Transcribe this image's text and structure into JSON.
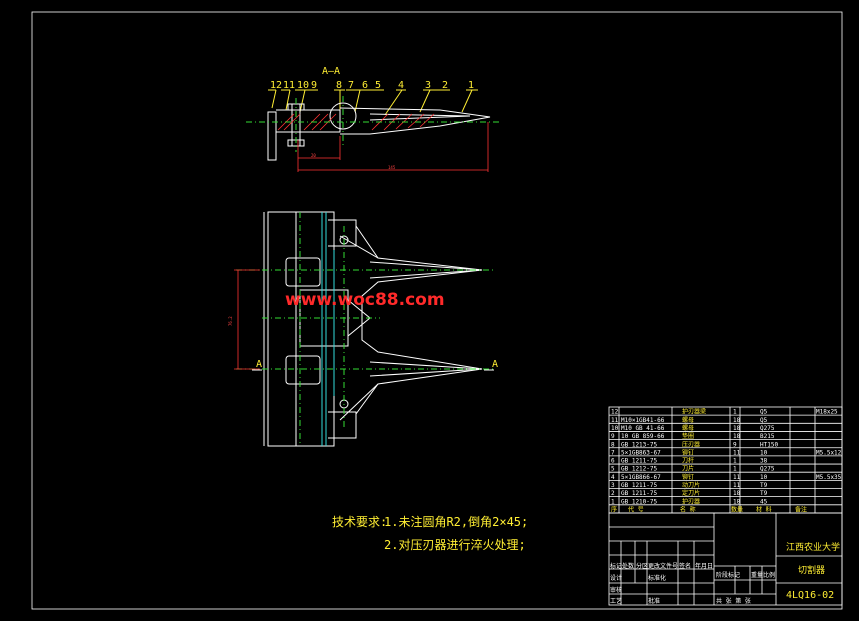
{
  "drawing": {
    "section_label": "A—A",
    "balloons_top": [
      "12",
      "11",
      "10",
      "9",
      "8",
      "7",
      "6",
      "5",
      "4",
      "3",
      "2",
      "1"
    ],
    "dim_small": "20",
    "dim_long": "145",
    "dim_vertical": "76.2",
    "cut_label_a": "A",
    "cut_label_b": "A",
    "watermark": "www.woc88.com"
  },
  "notes": {
    "heading": "技术要求:",
    "line1": "1.未注圆角R2,倒角2×45;",
    "line2": "2.对压刃器进行淬火处理;"
  },
  "parts_list": {
    "rows": [
      {
        "no": "12",
        "code": "",
        "name": "护刃器梁",
        "qty": "1",
        "mat": "Q5",
        "note": "M18x25"
      },
      {
        "no": "11",
        "code": "M10×1GB41-66",
        "name": "螺母",
        "qty": "18",
        "mat": "Q5",
        "note": ""
      },
      {
        "no": "10",
        "code": "M10 GB 41-66",
        "name": "螺母",
        "qty": "18",
        "mat": "Q275",
        "note": ""
      },
      {
        "no": "9",
        "code": "10 GB 859-66",
        "name": "垫圈",
        "qty": "18",
        "mat": "B215",
        "note": ""
      },
      {
        "no": "8",
        "code": "GB 1213-75",
        "name": "压刃器",
        "qty": "9",
        "mat": "HT150",
        "note": ""
      },
      {
        "no": "7",
        "code": "5×1GB863-67",
        "name": "铆钉",
        "qty": "11",
        "mat": "10",
        "note": "M5.5x12"
      },
      {
        "no": "6",
        "code": "GB 1211-75",
        "name": "刀杆",
        "qty": "1",
        "mat": "38",
        "note": ""
      },
      {
        "no": "5",
        "code": "GB 1212-75",
        "name": "刀片",
        "qty": "1",
        "mat": "Q275",
        "note": ""
      },
      {
        "no": "4",
        "code": "5×1GB866-67",
        "name": "铆钉",
        "qty": "11",
        "mat": "10",
        "note": "M5.5x35"
      },
      {
        "no": "3",
        "code": "GB 1211-75",
        "name": "动刀片",
        "qty": "11",
        "mat": "T9",
        "note": ""
      },
      {
        "no": "2",
        "code": "GB 1211-75",
        "name": "定刀片",
        "qty": "18",
        "mat": "T9",
        "note": ""
      },
      {
        "no": "1",
        "code": "GB 1210-75",
        "name": "护刃器",
        "qty": "18",
        "mat": "45",
        "note": ""
      }
    ],
    "header": {
      "no": "序",
      "code": "代  号",
      "name": "名    称",
      "qty": "数量",
      "mat": "材  料",
      "note": "备注"
    }
  },
  "title_block": {
    "school": "江西农业大学",
    "part_name": "切割器",
    "drawing_no": "4LQ16-02",
    "cells": {
      "mark": "标记",
      "zones": "处数",
      "partition": "分区",
      "change_doc": "更改文件号",
      "sign": "签名",
      "date": "年月日",
      "design": "设计",
      "standard": "标准化",
      "check": "审核",
      "craft": "工艺",
      "approve": "批准",
      "stage_mark": "阶段标记",
      "weight": "重量",
      "scale": "比例",
      "sheets": "共  张  第  张"
    }
  }
}
